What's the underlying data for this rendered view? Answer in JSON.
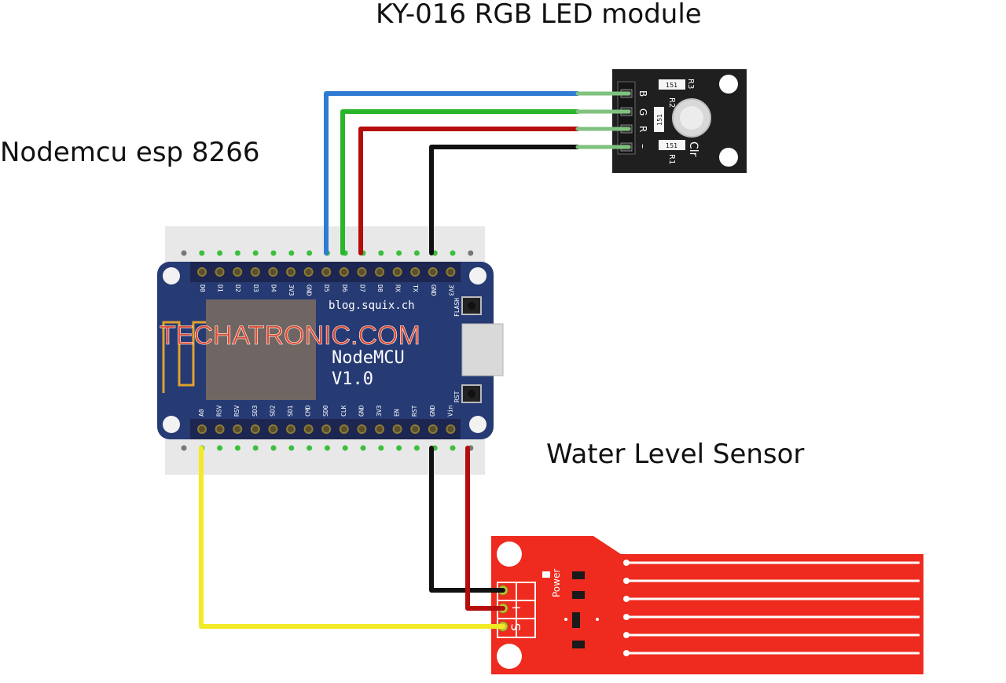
{
  "labels": {
    "led_module": "KY-016 RGB LED module",
    "mcu": "Nodemcu esp 8266",
    "water_sensor": "Water Level Sensor"
  },
  "board": {
    "site": "blog.squix.ch",
    "name": "NodeMCU",
    "version": "V1.0",
    "flash": "FLASH",
    "rst": "RST",
    "top_pins": [
      "D0",
      "D1",
      "D2",
      "D3",
      "D4",
      "3V3",
      "GND",
      "D5",
      "D6",
      "D7",
      "D8",
      "RX",
      "TX",
      "GND",
      "3V3"
    ],
    "bottom_pins": [
      "A0",
      "RSV",
      "RSV",
      "SD3",
      "SD2",
      "SD1",
      "CMD",
      "SD0",
      "CLK",
      "GND",
      "3V3",
      "EN",
      "RST",
      "GND",
      "Vin"
    ]
  },
  "watermark": "TECHATRONIC.COM",
  "led": {
    "pins": [
      "B",
      "G",
      "R",
      "–"
    ],
    "resistor_value": "151",
    "resistors": [
      "R3",
      "R2",
      "R1"
    ],
    "part": "Clr"
  },
  "sensor": {
    "pins": [
      "–",
      "+",
      "S"
    ],
    "power": "Power"
  },
  "colors": {
    "board": "#263a73",
    "led_board": "#1f1f1f",
    "sensor": "#ee2b1e",
    "wire_blue": "#2f7bd3",
    "wire_green": "#2ab52a",
    "wire_red": "#b50c0c",
    "wire_black": "#111111",
    "wire_yellow": "#f3ea26",
    "watermark": "#e84b2c"
  },
  "connections": [
    {
      "from": "D5",
      "to": "B",
      "wire": "blue"
    },
    {
      "from": "D6",
      "to": "G",
      "wire": "green"
    },
    {
      "from": "D7",
      "to": "R",
      "wire": "red"
    },
    {
      "from": "GND",
      "to": "–",
      "wire": "black"
    },
    {
      "from": "A0",
      "to": "S",
      "wire": "yellow"
    },
    {
      "from": "GND",
      "to": "–",
      "wire": "black"
    },
    {
      "from": "Vin",
      "to": "+",
      "wire": "red"
    }
  ]
}
